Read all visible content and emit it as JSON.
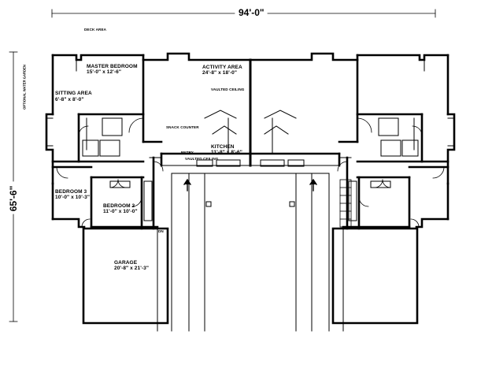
{
  "dimensions": {
    "width_label": "94'-0\"",
    "depth_label": "65'-6\""
  },
  "rooms": {
    "deck": "DECK AREA",
    "master_bedroom": {
      "name": "MASTER BEDROOM",
      "size": "15'-0\" x 12'-6\""
    },
    "sitting_area": {
      "name": "SITTING AREA",
      "size": "6'-8\" x 8'-0\""
    },
    "bedroom3": {
      "name": "BEDROOM 3",
      "size": "10'-0\" x 10'-3\""
    },
    "bedroom2": {
      "name": "BEDROOM 2",
      "size": "11'-0\" x 10'-0\""
    },
    "activity_area": {
      "name": "ACTIVITY AREA",
      "size": "24'-8\" x 18'-0\""
    },
    "kitchen": {
      "name": "KITCHEN",
      "size": "11'-8\" x 8'-6\""
    },
    "garage": {
      "name": "GARAGE",
      "size": "20'-8\" x 21'-3\""
    }
  },
  "notes": {
    "vaulted_ceiling": "VAULTED CEILING",
    "snack_counter": "SNACK COUNTER",
    "entry": "ENTRY",
    "vaulted_ceiling_entry": "VAULTED CEILING",
    "optional_window": "OPTIONAL WATER GARDEN",
    "dn": "DN"
  }
}
